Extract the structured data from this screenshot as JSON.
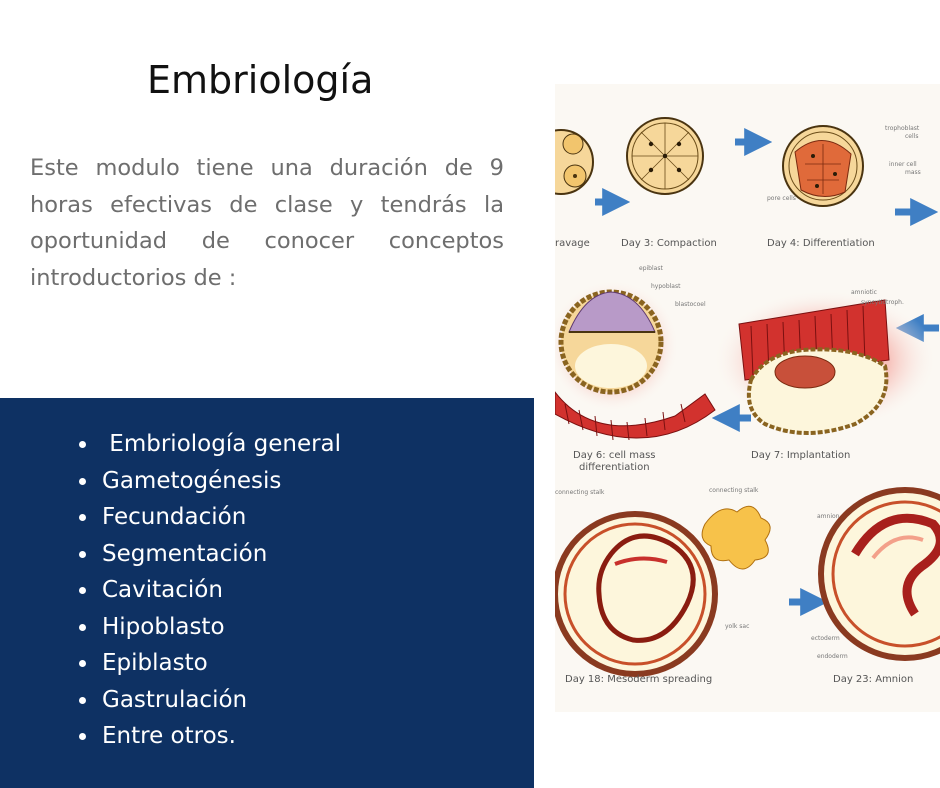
{
  "title": "Embriología",
  "intro": "Este modulo tiene una duración  de 9 horas efectivas de clase y tendrás la oportunidad de conocer conceptos introductorios de :",
  "topics": [
    " Embriología general",
    "Gametogénesis",
    "Fecundación",
    "Segmentación",
    "Cavitación",
    "Hipoblasto",
    "Epiblasto",
    "Gastrulación",
    "Entre otros."
  ],
  "figure": {
    "captions": {
      "c0": "ravage",
      "c3": "Day 3: Compaction",
      "c4": "Day 4: Differentiation",
      "c6a": "Day 6: cell mass",
      "c6b": "differentiation",
      "c7": "Day 7: Implantation",
      "c18": "Day 18: Mesoderm spreading",
      "c23": "Day 23: Amnion"
    },
    "labels": {
      "l1": "trophoblast",
      "l2": "cells",
      "l3": "inner cell",
      "l4": "mass",
      "l5": "pore cells",
      "l6": "epiblast",
      "l7": "hypoblast",
      "l8": "blastocoel",
      "l9": "amniotic",
      "l10": "syncytiotroph.",
      "l11": "connecting stalk",
      "l12": "amnion",
      "l13": "yolk sac",
      "l14": "ectoderm",
      "l15": "endoderm"
    },
    "colors": {
      "cell_fill": "#f6d79a",
      "cell_stroke": "#4a3410",
      "embryo_red": "#c8302c",
      "arrow_blue": "#3f7fc4",
      "panel_navy": "#0e3163"
    }
  }
}
